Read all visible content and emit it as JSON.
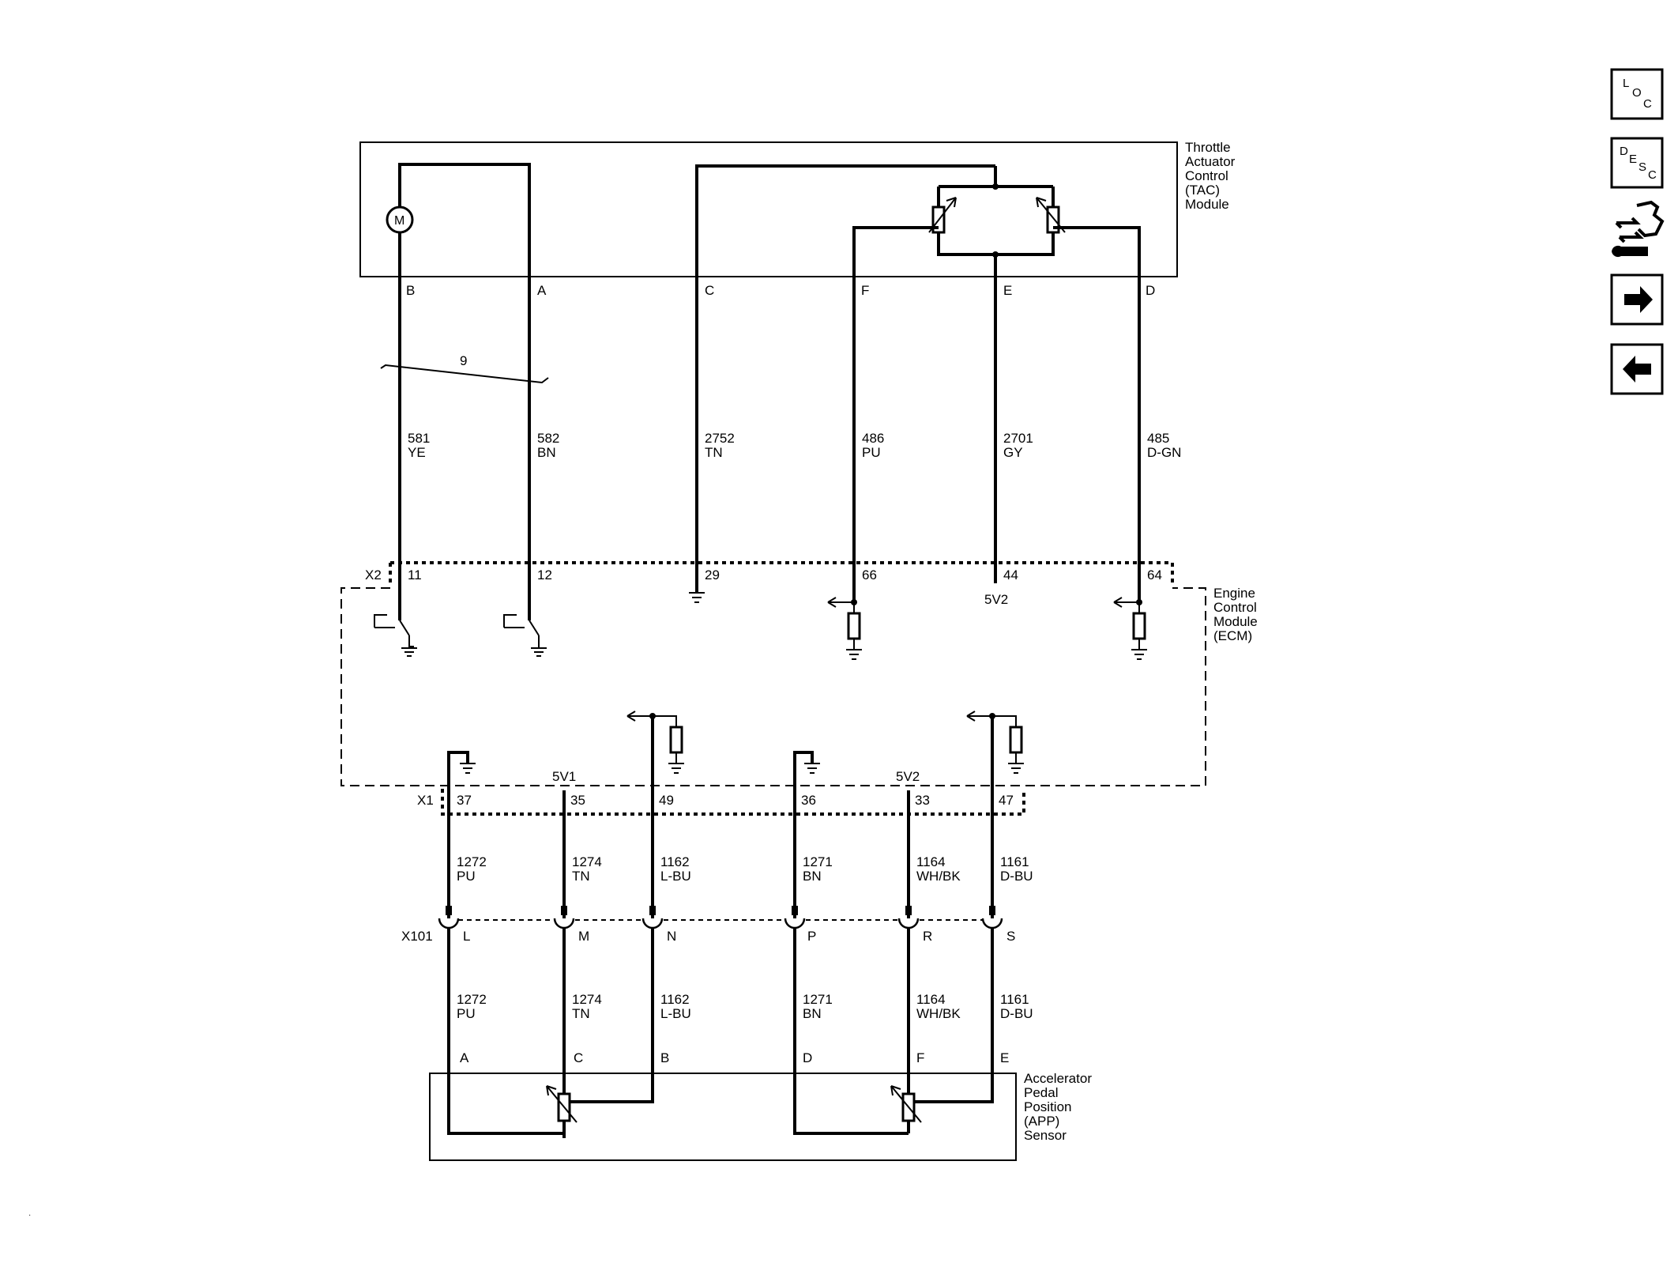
{
  "modules": {
    "tac": [
      "Throttle",
      "Actuator",
      "Control",
      "(TAC)",
      "Module"
    ],
    "ecm": [
      "Engine",
      "Control",
      "Module",
      "(ECM)"
    ],
    "app": [
      "Accelerator",
      "Pedal",
      "Position",
      "(APP)",
      "Sensor"
    ]
  },
  "motor_symbol": "M",
  "tac_pins": [
    "B",
    "A",
    "C",
    "F",
    "E",
    "D"
  ],
  "twisted_pair_label": "9",
  "upper_wires": [
    {
      "circuit": "581",
      "color": "YE"
    },
    {
      "circuit": "582",
      "color": "BN"
    },
    {
      "circuit": "2752",
      "color": "TN"
    },
    {
      "circuit": "486",
      "color": "PU"
    },
    {
      "circuit": "2701",
      "color": "GY"
    },
    {
      "circuit": "485",
      "color": "D-GN"
    }
  ],
  "x2": {
    "name": "X2",
    "pins": [
      "11",
      "12",
      "29",
      "66",
      "44",
      "64"
    ]
  },
  "ecm_upper_ref": "5V2",
  "x1": {
    "name": "X1",
    "pins": [
      "37",
      "35",
      "49",
      "36",
      "33",
      "47"
    ]
  },
  "ecm_lower_refs": [
    "5V1",
    "5V2"
  ],
  "lower_wires": [
    {
      "circuit": "1272",
      "color": "PU"
    },
    {
      "circuit": "1274",
      "color": "TN"
    },
    {
      "circuit": "1162",
      "color": "L-BU"
    },
    {
      "circuit": "1271",
      "color": "BN"
    },
    {
      "circuit": "1164",
      "color": "WH/BK"
    },
    {
      "circuit": "1161",
      "color": "D-BU"
    }
  ],
  "x101": {
    "name": "X101",
    "pins": [
      "L",
      "M",
      "N",
      "P",
      "R",
      "S"
    ]
  },
  "app_pins": [
    "A",
    "C",
    "B",
    "D",
    "F",
    "E"
  ],
  "nav": {
    "loc": [
      "L",
      "O",
      "C"
    ],
    "desc": [
      "D",
      "E",
      "S",
      "C"
    ]
  }
}
